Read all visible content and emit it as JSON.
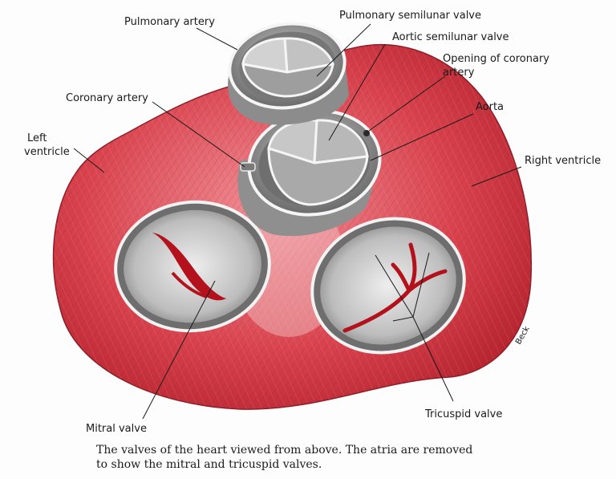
{
  "labels": {
    "pulmonary_artery": "Pulmonary artery",
    "pulmonary_semilunar_valve": "Pulmonary semilunar valve",
    "aortic_semilunar_valve": "Aortic semilunar valve",
    "opening_coronary_line1": "Opening of coronary",
    "opening_coronary_line2": "artery",
    "coronary_artery": "Coronary artery",
    "aorta": "Aorta",
    "left_ventricle_line1": "Left",
    "left_ventricle_line2": "ventricle",
    "right_ventricle": "Right ventricle",
    "mitral_valve": "Mitral valve",
    "tricuspid_valve": "Tricuspid valve",
    "signature": "Beck"
  },
  "caption": {
    "line1": "The valves of the heart viewed from above. The atria are removed",
    "line2": "to show the mitral and tricuspid valves."
  },
  "colors": {
    "muscle": "#d7464f",
    "muscle_dark": "#b02a33",
    "muscle_light": "#ef8c93",
    "valve_gray": "#8a8a8a",
    "valve_light": "#d8d8d8",
    "orifice": "#b3121c"
  }
}
